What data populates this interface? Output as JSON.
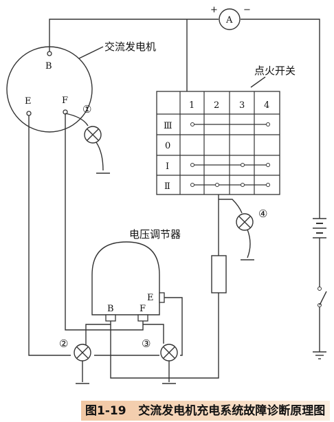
{
  "caption": "图1-19   交流发电机充电系统故障诊断原理图",
  "labels": {
    "alternator": "交流发电机",
    "ignition_switch": "点火开关",
    "regulator": "电压调节器",
    "ammeter": "A",
    "ammeter_plus": "+",
    "ammeter_minus": "−"
  },
  "alternator_terminals": {
    "b": "B",
    "e": "E",
    "f": "F"
  },
  "regulator_terminals": {
    "b": "B",
    "f": "F",
    "e": "E"
  },
  "switch": {
    "columns": [
      "1",
      "2",
      "3",
      "4"
    ],
    "positions": [
      "Ⅲ",
      "0",
      "Ⅰ",
      "Ⅱ"
    ]
  },
  "lamp_markers": [
    "①",
    "②",
    "③",
    "④"
  ],
  "colors": {
    "line": "#333333",
    "caption_bg": "#f1c7a3"
  }
}
